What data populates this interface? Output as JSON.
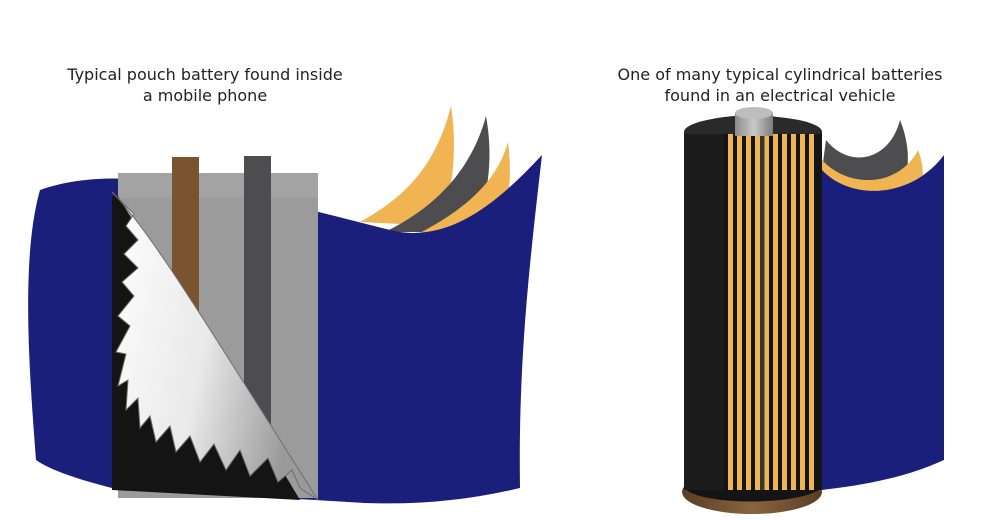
{
  "captions": {
    "pouch_line1": "Typical pouch battery found inside",
    "pouch_line2": "a mobile phone",
    "cylinder_line1": "One of many typical cylindrical batteries",
    "cylinder_line2": "found in an electrical vehicle"
  },
  "colors": {
    "separator_blue": "#1b1f7c",
    "electrode_orange": "#f1b452",
    "dark_gray": "#4d4d4f",
    "mid_gray": "#9b9b9b",
    "light_gray": "#a9a9a9",
    "brown_tab": "#7a5330",
    "black": "#141414",
    "copper_base": "#6b4a2e"
  }
}
